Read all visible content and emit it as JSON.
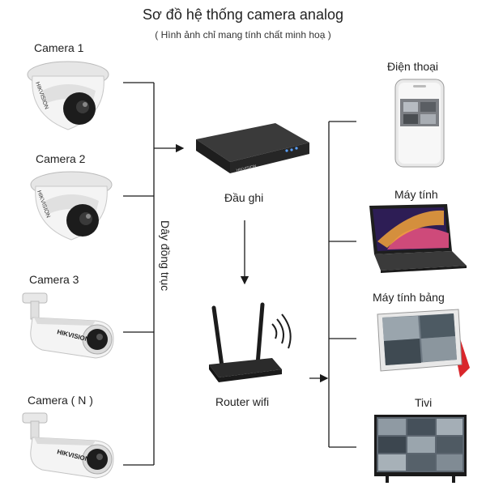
{
  "header": {
    "title": "Sơ đồ hệ thống camera analog",
    "subtitle": "( Hình ảnh chỉ mang tính chất minh hoạ )"
  },
  "cameras": [
    {
      "label": "Camera 1",
      "type": "dome",
      "brand": "HIKVISION"
    },
    {
      "label": "Camera 2",
      "type": "dome",
      "brand": "HIKVISION"
    },
    {
      "label": "Camera 3",
      "type": "bullet",
      "brand": "HIKVISION"
    },
    {
      "label": "Camera ( N )",
      "type": "bullet",
      "brand": "HIKVISION"
    }
  ],
  "cable_label": "Dây đồng trục",
  "recorder": {
    "label": "Đầu ghi",
    "brand": "HIKVISION"
  },
  "router": {
    "label": "Router wifi"
  },
  "devices": [
    {
      "label": "Điện thoại",
      "icon": "smartphone-icon"
    },
    {
      "label": "Máy tính",
      "icon": "laptop-icon"
    },
    {
      "label": "Máy tính bảng",
      "icon": "tablet-icon"
    },
    {
      "label": "Tivi",
      "icon": "tv-icon"
    }
  ],
  "colors": {
    "line": "#1a1a1a",
    "device_dark": "#2b2b2b",
    "camera_white": "#f2f2f2",
    "tablet_case": "#d9262b"
  }
}
